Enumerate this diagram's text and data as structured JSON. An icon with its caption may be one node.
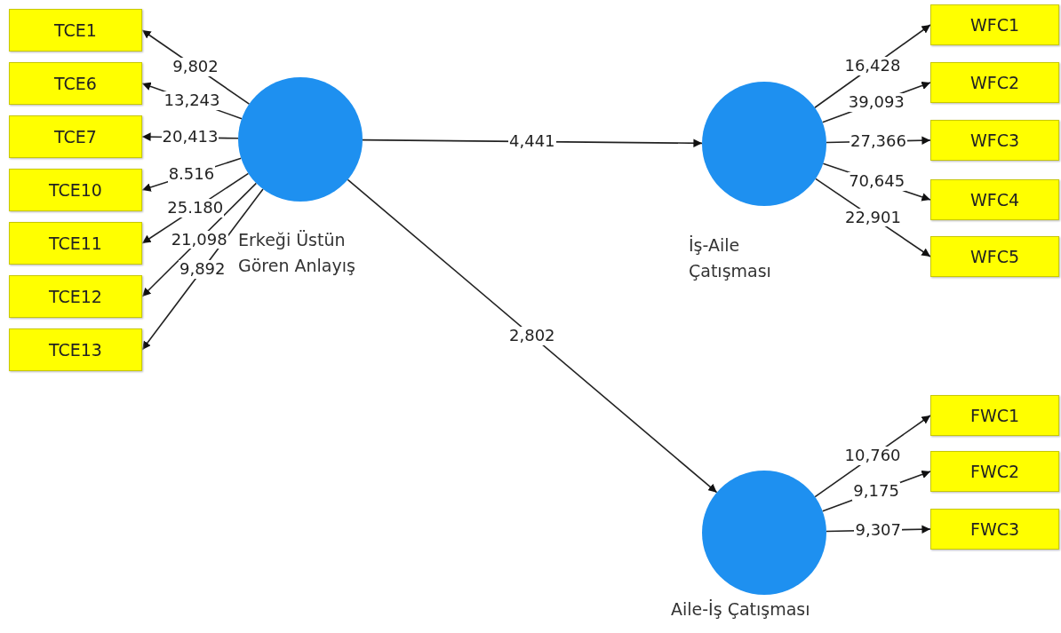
{
  "diagram": {
    "nodes": [
      {
        "text": [
          "TCE1"
        ]
      },
      {
        "text": [
          "TCE6"
        ]
      },
      {
        "text": [
          "TCE7"
        ]
      },
      {
        "text": [
          "TCE10"
        ]
      },
      {
        "text": [
          "TCE11"
        ]
      },
      {
        "text": [
          "TCE12"
        ]
      },
      {
        "text": [
          "TCE13"
        ]
      },
      {
        "text": [
          "Erkeği Üstün Gören Anlayış"
        ]
      },
      {
        "text": [
          "WFC1"
        ]
      },
      {
        "text": [
          "WFC2"
        ]
      },
      {
        "text": [
          "WFC3"
        ]
      },
      {
        "text": [
          "WFC4"
        ]
      },
      {
        "text": [
          "WFC5"
        ]
      },
      {
        "text": [
          "İş-Aile Çatışması"
        ]
      },
      {
        "text": [
          "FWC1"
        ]
      },
      {
        "text": [
          "FWC2"
        ]
      },
      {
        "text": [
          "FWC3"
        ]
      },
      {
        "text": [
          "Aile-İş Çatışması"
        ]
      }
    ],
    "edges": [
      {
        "from": 7,
        "to": 0,
        "arrow": "to",
        "label": "9,802"
      },
      {
        "from": 7,
        "to": 1,
        "arrow": "to",
        "label": "13,243"
      },
      {
        "from": 7,
        "to": 2,
        "arrow": "to",
        "label": "20,413"
      },
      {
        "from": 7,
        "to": 3,
        "arrow": "to",
        "label": "8.516"
      },
      {
        "from": 7,
        "to": 4,
        "arrow": "to",
        "label": "25.180"
      },
      {
        "from": 7,
        "to": 5,
        "arrow": "to",
        "label": "21,098"
      },
      {
        "from": 7,
        "to": 6,
        "arrow": "to",
        "label": "9,892"
      },
      {
        "from": 7,
        "to": 13,
        "arrow": "to",
        "label": "4,441"
      },
      {
        "from": 7,
        "to": 17,
        "arrow": "to",
        "label": "2,802"
      },
      {
        "from": 13,
        "to": 8,
        "arrow": "to",
        "label": "16,428"
      },
      {
        "from": 13,
        "to": 9,
        "arrow": "to",
        "label": "39,093"
      },
      {
        "from": 13,
        "to": 10,
        "arrow": "to",
        "label": "27,366"
      },
      {
        "from": 13,
        "to": 11,
        "arrow": "to",
        "label": "70,645"
      },
      {
        "from": 13,
        "to": 12,
        "arrow": "to",
        "label": "22,901"
      },
      {
        "from": 17,
        "to": 14,
        "arrow": "to",
        "label": "10,760"
      },
      {
        "from": 17,
        "to": 15,
        "arrow": "to",
        "label": "9,175"
      },
      {
        "from": 17,
        "to": 16,
        "arrow": "to",
        "label": "9,307"
      }
    ]
  }
}
